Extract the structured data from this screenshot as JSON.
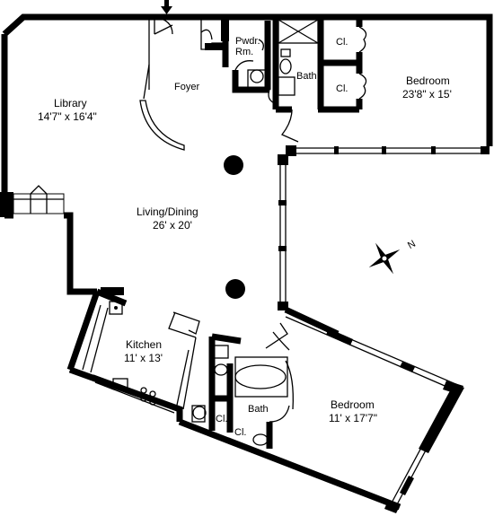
{
  "rooms": {
    "foyer": {
      "name": "Foyer"
    },
    "powder_room": {
      "line1": "Pwdr.",
      "line2": "Rm."
    },
    "bath_upper": {
      "name": "Bath"
    },
    "closet_upper_1": {
      "name": "Cl."
    },
    "closet_upper_2": {
      "name": "Cl."
    },
    "bedroom_upper": {
      "name": "Bedroom",
      "dims": "23'8\" x 15'"
    },
    "library": {
      "name": "Library",
      "dims": "14'7\" x 16'4\""
    },
    "living_dining": {
      "name": "Living/Dining",
      "dims": "26' x 20'"
    },
    "kitchen": {
      "name": "Kitchen",
      "dims": "11' x 13'"
    },
    "bath_lower": {
      "name": "Bath"
    },
    "closet_lower_1": {
      "name": "Cl."
    },
    "closet_lower_2": {
      "name": "Cl."
    },
    "bedroom_lower": {
      "name": "Bedroom",
      "dims": "11' x 17'7\""
    }
  },
  "compass": {
    "label": "N"
  }
}
